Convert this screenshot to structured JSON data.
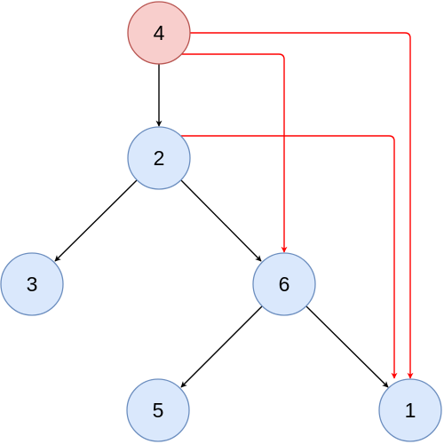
{
  "colors": {
    "background": "#ffffff",
    "node_fill": "#dae8fc",
    "node_stroke": "#6c8ebf",
    "root_fill": "#f8cecc",
    "root_stroke": "#b85450",
    "tree_edge": "#000000",
    "extra_edge": "#ff0000",
    "label_text": "#000000"
  },
  "nodes": [
    {
      "id": "n4",
      "label": "4",
      "style": "root"
    },
    {
      "id": "n2",
      "label": "2",
      "style": "normal"
    },
    {
      "id": "n3",
      "label": "3",
      "style": "normal"
    },
    {
      "id": "n6",
      "label": "6",
      "style": "normal"
    },
    {
      "id": "n5",
      "label": "5",
      "style": "normal"
    },
    {
      "id": "n1",
      "label": "1",
      "style": "normal"
    }
  ],
  "edges": [
    {
      "from": "n4",
      "to": "n2",
      "kind": "tree"
    },
    {
      "from": "n2",
      "to": "n3",
      "kind": "tree"
    },
    {
      "from": "n2",
      "to": "n6",
      "kind": "tree"
    },
    {
      "from": "n6",
      "to": "n5",
      "kind": "tree"
    },
    {
      "from": "n6",
      "to": "n1",
      "kind": "tree"
    },
    {
      "from": "n4",
      "to": "n6",
      "kind": "extra"
    },
    {
      "from": "n4",
      "to": "n1",
      "kind": "extra"
    },
    {
      "from": "n2",
      "to": "n1",
      "kind": "extra"
    }
  ]
}
